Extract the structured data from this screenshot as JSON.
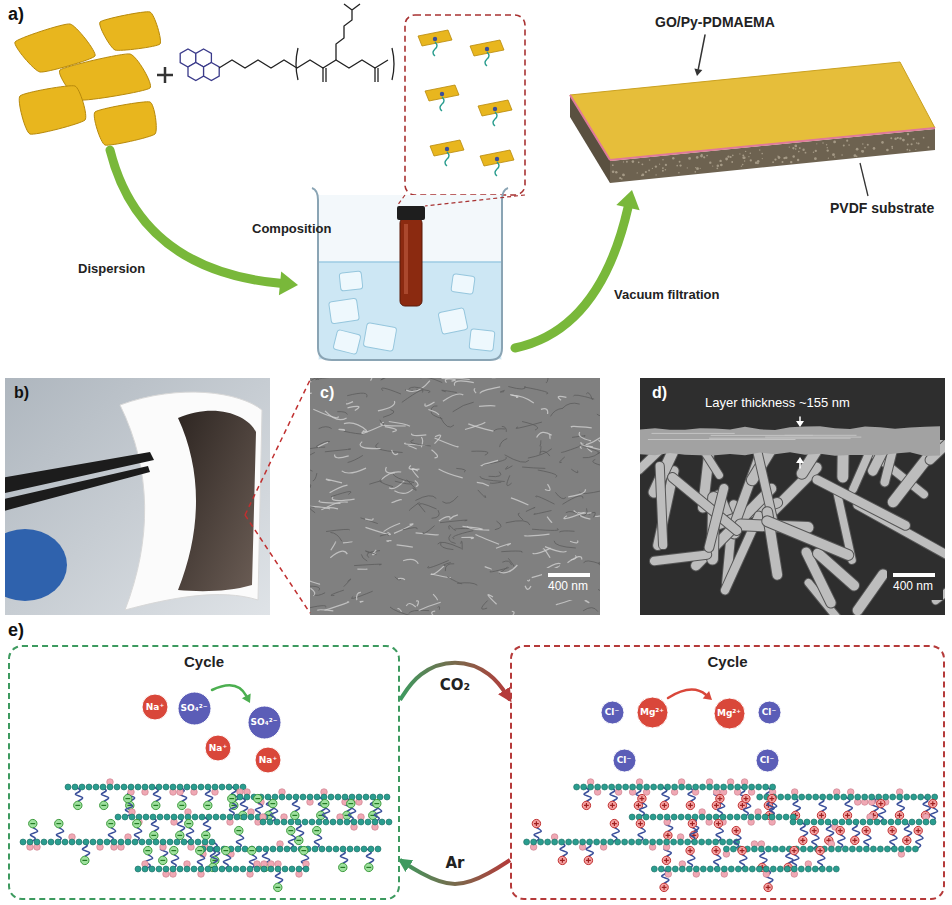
{
  "diagram": {
    "nodes": [
      {
        "text": [
          "Cycle"
        ]
      },
      {
        "text": [
          "Na⁺"
        ],
        "in": 0
      },
      {
        "text": [
          "SO₄²⁻"
        ],
        "in": 0
      },
      {
        "text": [
          "SO₄²⁻"
        ],
        "in": 0
      },
      {
        "text": [
          "Na⁺"
        ],
        "in": 0
      },
      {
        "text": [
          "Na⁺"
        ],
        "in": 0
      },
      {
        "text": [
          "Cycle"
        ]
      },
      {
        "text": [
          "Cl⁻"
        ],
        "in": 6
      },
      {
        "text": [
          "Mg²⁺"
        ],
        "in": 6
      },
      {
        "text": [
          "Mg²⁺"
        ],
        "in": 6
      },
      {
        "text": [
          "Cl⁻"
        ],
        "in": 6
      },
      {
        "text": [
          "Cl⁻"
        ],
        "in": 6
      },
      {
        "text": [
          "Cl⁻"
        ],
        "in": 6
      }
    ],
    "edges": [
      {
        "from": 0,
        "to": 6,
        "label": "CO₂",
        "arrow": "to"
      },
      {
        "from": 6,
        "to": 0,
        "label": "Ar",
        "arrow": "to"
      }
    ],
    "labels": [
      "a)",
      "GO/Py-PDMAEMA",
      "PVDF substrate",
      "Composition",
      "Dispersion",
      "Vacuum filtration",
      "b)",
      "c)",
      "400 nm",
      "d)",
      "Layer thickness ~155 nm",
      "400 nm",
      "e)"
    ]
  }
}
